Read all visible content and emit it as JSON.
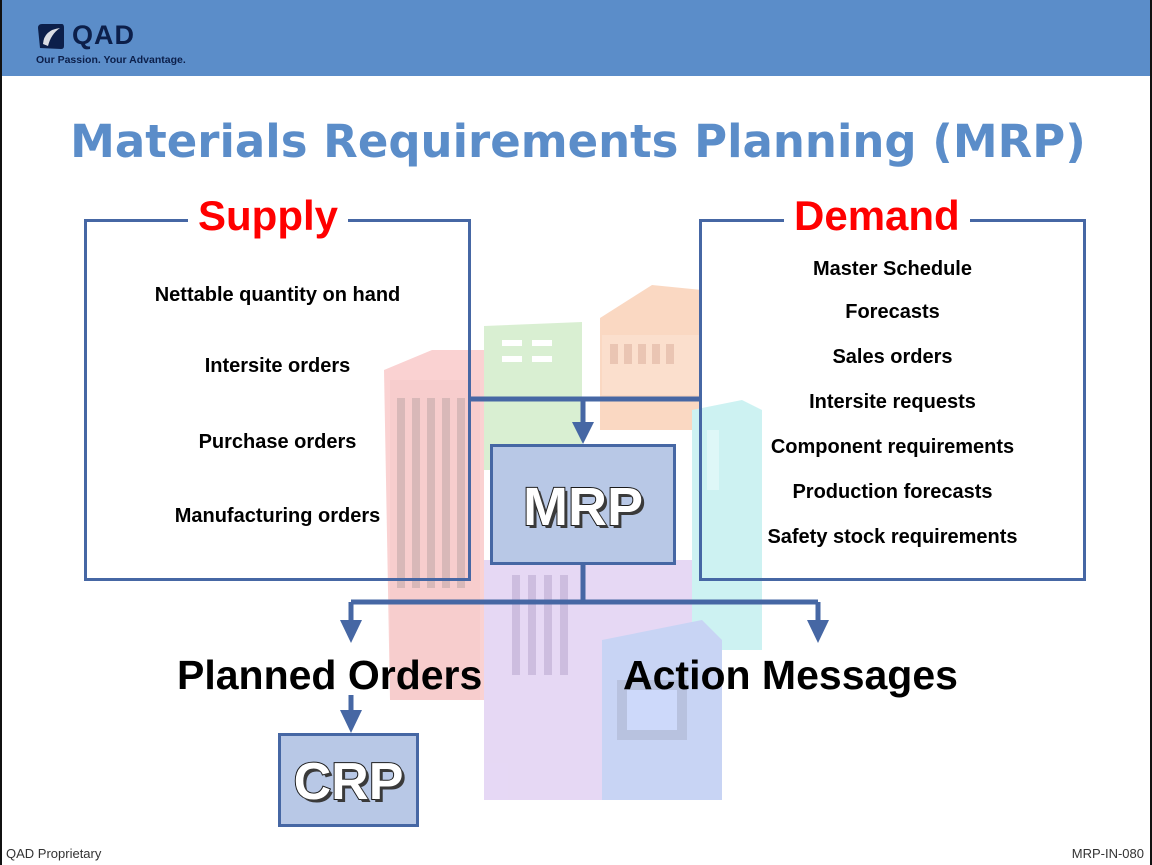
{
  "logo": {
    "brand": "QAD",
    "tagline": "Our Passion. Your Advantage."
  },
  "title": "Materials Requirements Planning (MRP)",
  "supply": {
    "label": "Supply",
    "items": [
      "Nettable quantity on hand",
      "Intersite orders",
      "Purchase orders",
      "Manufacturing orders"
    ]
  },
  "demand": {
    "label": "Demand",
    "items": [
      "Master Schedule",
      "Forecasts",
      "Sales orders",
      "Intersite requests",
      "Component requirements",
      "Production forecasts",
      "Safety stock requirements"
    ]
  },
  "mrp": {
    "label": "MRP"
  },
  "outputs": {
    "planned": "Planned Orders",
    "actions": "Action Messages"
  },
  "crp": {
    "label": "CRP"
  },
  "footer": {
    "left": "QAD Proprietary",
    "right": "MRP-IN-080"
  },
  "colors": {
    "header": "#5b8dc9",
    "title": "#5b8dc9",
    "box_border": "#4667a4",
    "section_label": "#ff0000",
    "process_fill": "#b8c8e6"
  }
}
